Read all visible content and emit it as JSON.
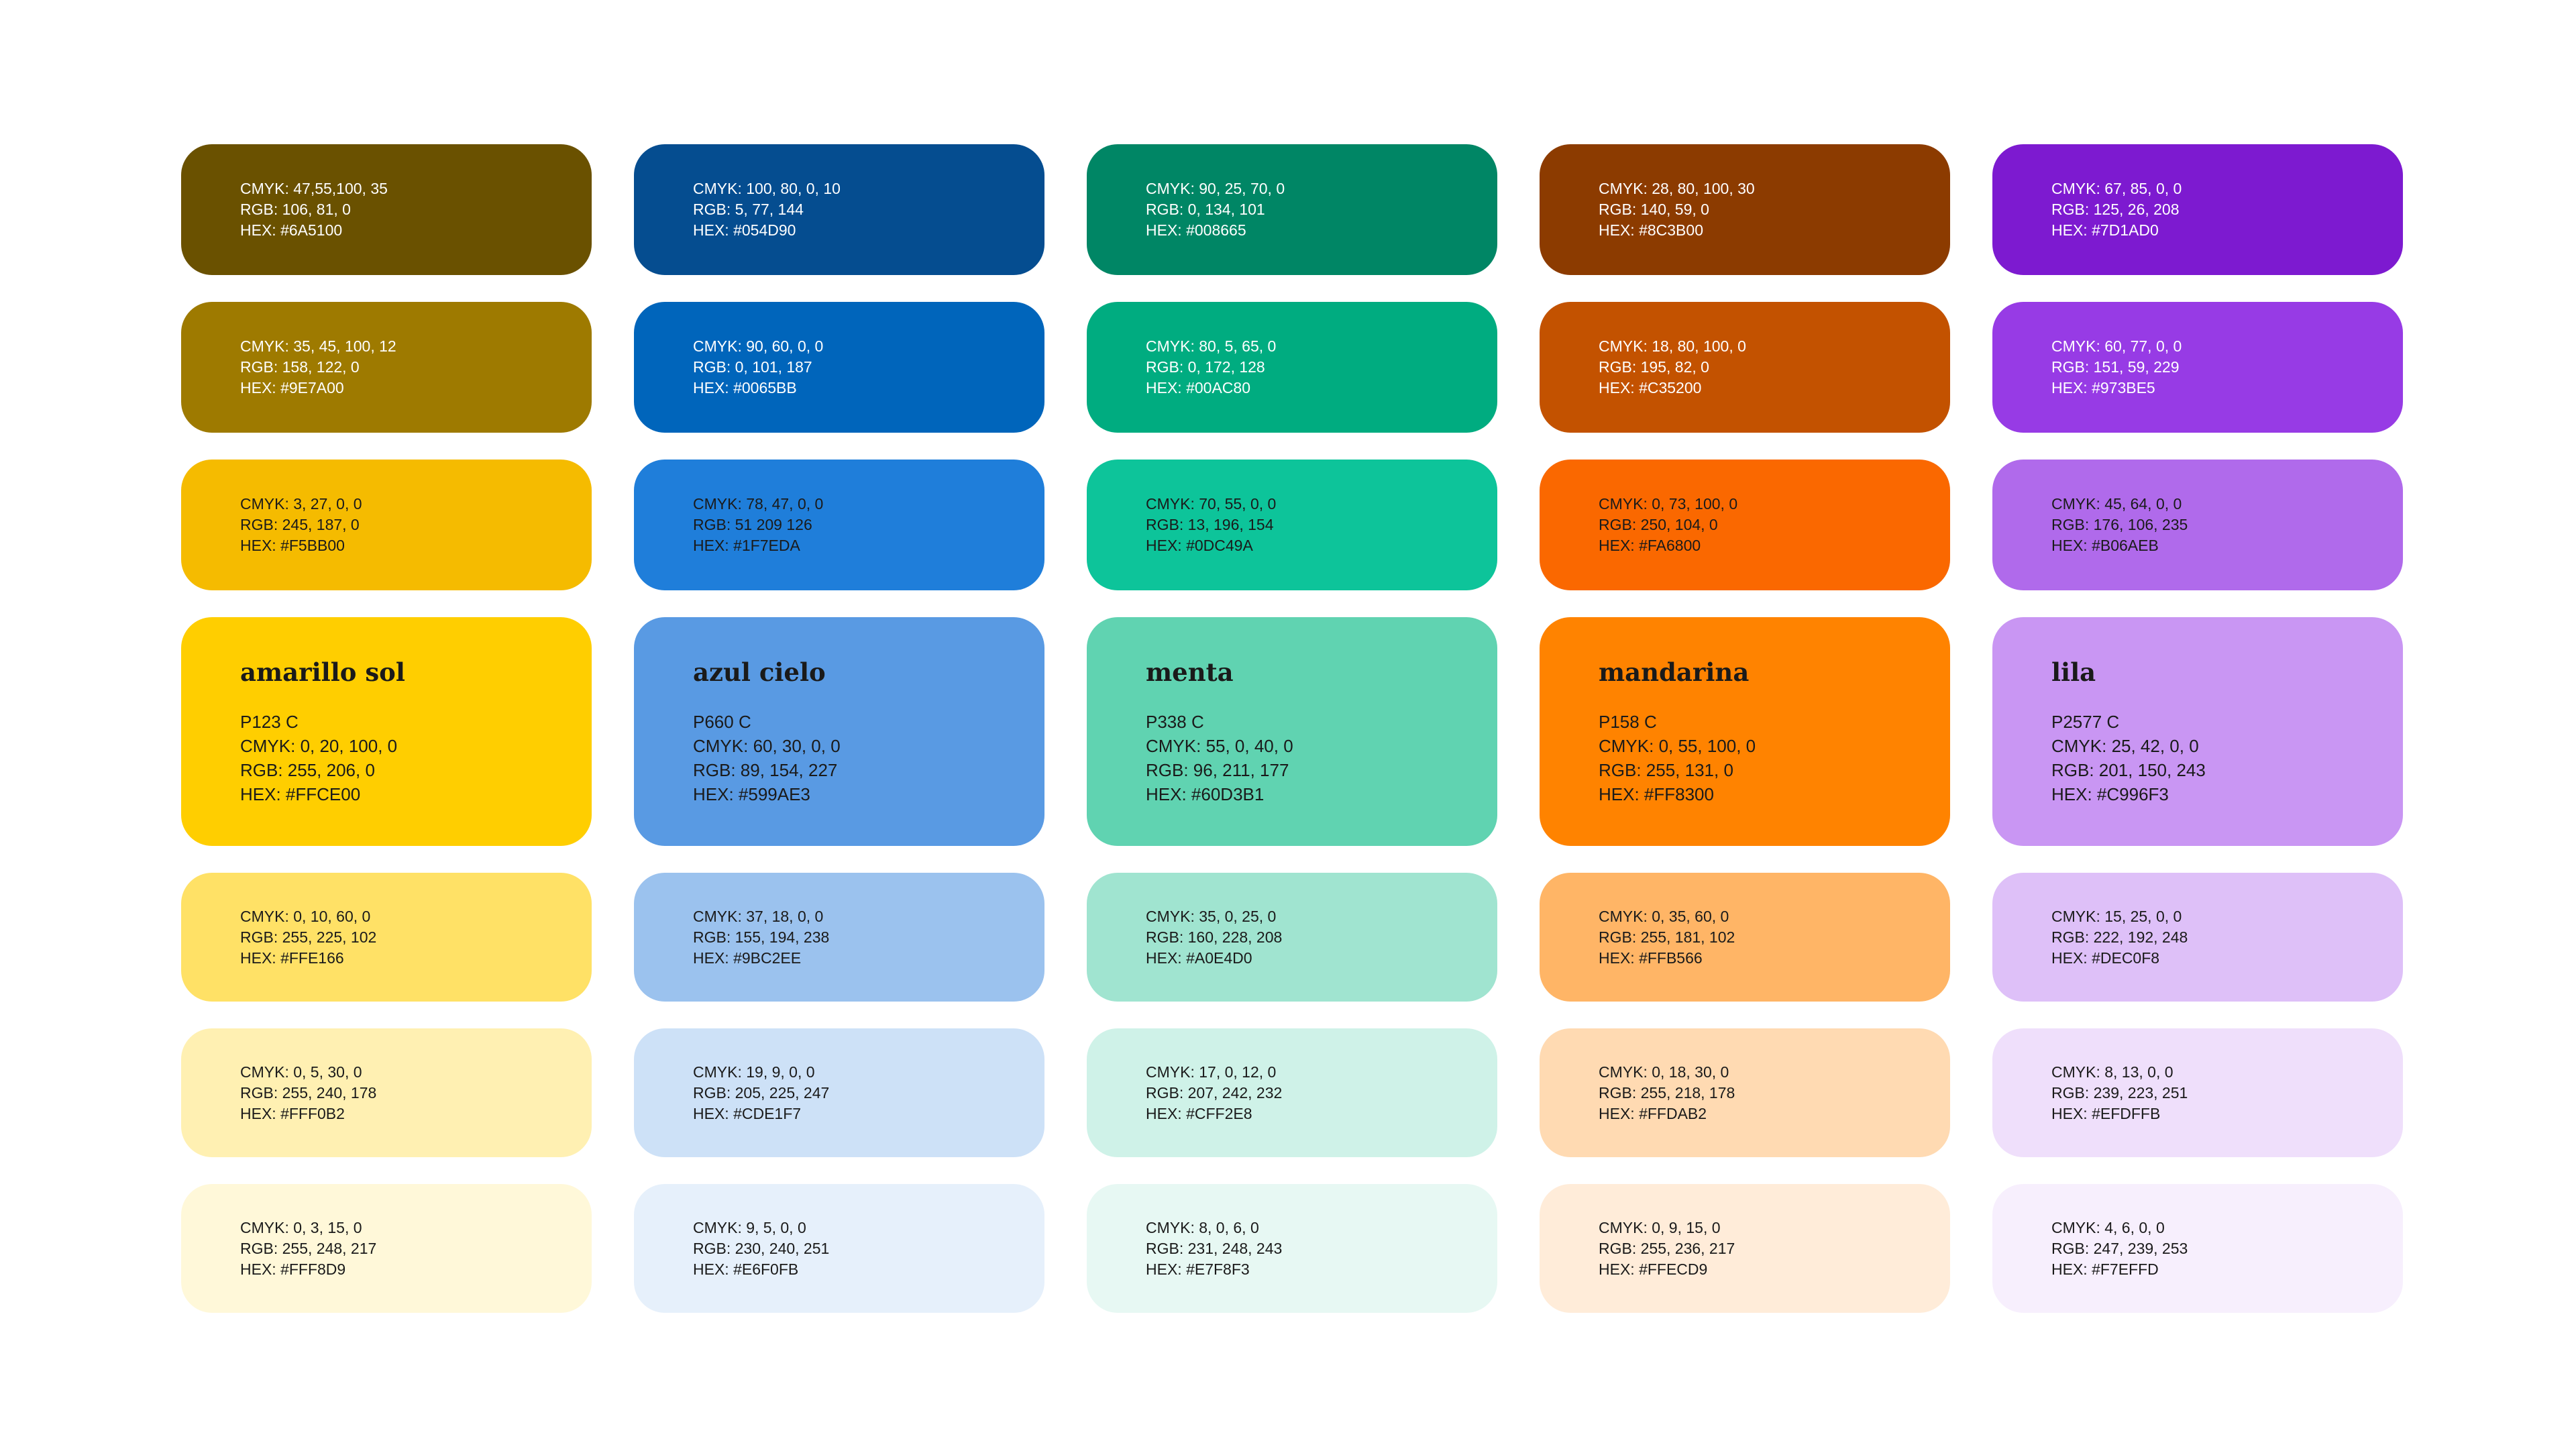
{
  "page": {
    "background": "#FFFFFF"
  },
  "palette": {
    "rows": [
      {
        "cells": [
          {
            "cmyk": "CMYK: 47,55,100, 35",
            "rgb": "RGB: 106, 81, 0",
            "hex": "HEX: #6A5100",
            "bg": "#6A5100",
            "fg": "#FFFFFF"
          },
          {
            "cmyk": "CMYK: 100, 80, 0, 10",
            "rgb": "RGB: 5, 77, 144",
            "hex": "HEX: #054D90",
            "bg": "#054D90",
            "fg": "#FFFFFF"
          },
          {
            "cmyk": "CMYK: 90, 25, 70, 0",
            "rgb": "RGB: 0, 134, 101",
            "hex": "HEX: #008665",
            "bg": "#008665",
            "fg": "#FFFFFF"
          },
          {
            "cmyk": "CMYK: 28, 80, 100, 30",
            "rgb": "RGB: 140, 59, 0",
            "hex": "HEX: #8C3B00",
            "bg": "#8C3B00",
            "fg": "#FFFFFF"
          },
          {
            "cmyk": "CMYK: 67, 85, 0, 0",
            "rgb": "RGB: 125, 26, 208",
            "hex": "HEX: #7D1AD0",
            "bg": "#7D1AD0",
            "fg": "#FFFFFF"
          }
        ]
      },
      {
        "cells": [
          {
            "cmyk": "CMYK: 35, 45, 100, 12",
            "rgb": "RGB: 158, 122, 0",
            "hex": "HEX: #9E7A00",
            "bg": "#9E7A00",
            "fg": "#FFFFFF"
          },
          {
            "cmyk": "CMYK: 90, 60, 0, 0",
            "rgb": "RGB: 0, 101, 187",
            "hex": "HEX: #0065BB",
            "bg": "#0065BB",
            "fg": "#FFFFFF"
          },
          {
            "cmyk": "CMYK: 80, 5, 65, 0",
            "rgb": "RGB: 0, 172, 128",
            "hex": "HEX: #00AC80",
            "bg": "#00AC80",
            "fg": "#FFFFFF"
          },
          {
            "cmyk": "CMYK: 18, 80, 100, 0",
            "rgb": "RGB: 195, 82, 0",
            "hex": "HEX: #C35200",
            "bg": "#C35200",
            "fg": "#FFFFFF"
          },
          {
            "cmyk": "CMYK: 60, 77, 0, 0",
            "rgb": "RGB: 151, 59, 229",
            "hex": "HEX: #973BE5",
            "bg": "#973BE5",
            "fg": "#FFFFFF"
          }
        ]
      },
      {
        "cells": [
          {
            "cmyk": "CMYK: 3, 27, 0, 0",
            "rgb": "RGB: 245, 187, 0",
            "hex": "HEX: #F5BB00",
            "bg": "#F5BB00",
            "fg": "#1A1A1A"
          },
          {
            "cmyk": "CMYK: 78, 47, 0, 0",
            "rgb": "RGB: 51 209 126",
            "hex": "HEX: #1F7EDA",
            "bg": "#1F7EDA",
            "fg": "#1A1A1A"
          },
          {
            "cmyk": "CMYK: 70, 55, 0, 0",
            "rgb": "RGB: 13, 196, 154",
            "hex": "HEX: #0DC49A",
            "bg": "#0DC49A",
            "fg": "#1A1A1A"
          },
          {
            "cmyk": "CMYK: 0, 73, 100, 0",
            "rgb": "RGB: 250, 104, 0",
            "hex": "HEX: #FA6800",
            "bg": "#FA6800",
            "fg": "#1A1A1A"
          },
          {
            "cmyk": "CMYK: 45, 64, 0, 0",
            "rgb": "RGB: 176, 106, 235",
            "hex": "HEX: #B06AEB",
            "bg": "#B06AEB",
            "fg": "#1A1A1A"
          }
        ]
      },
      {
        "featured": true,
        "cells": [
          {
            "name": "amarillo sol",
            "pantone": "P123 C",
            "cmyk": "CMYK: 0, 20, 100, 0",
            "rgb": "RGB: 255, 206, 0",
            "hex": "HEX: #FFCE00",
            "bg": "#FFCE00",
            "fg": "#1A1A1A"
          },
          {
            "name": "azul cielo",
            "pantone": "P660 C",
            "cmyk": "CMYK: 60, 30, 0, 0",
            "rgb": "RGB: 89, 154, 227",
            "hex": "HEX: #599AE3",
            "bg": "#599AE3",
            "fg": "#1A1A1A"
          },
          {
            "name": "menta",
            "pantone": "P338 C",
            "cmyk": "CMYK: 55, 0, 40, 0",
            "rgb": "RGB: 96, 211, 177",
            "hex": "HEX: #60D3B1",
            "bg": "#60D3B1",
            "fg": "#1A1A1A"
          },
          {
            "name": "mandarina",
            "pantone": "P158 C",
            "cmyk": "CMYK: 0, 55, 100, 0",
            "rgb": "RGB: 255, 131, 0",
            "hex": "HEX: #FF8300",
            "bg": "#FF8300",
            "fg": "#1A1A1A"
          },
          {
            "name": "lila",
            "pantone": "P2577 C",
            "cmyk": "CMYK: 25, 42, 0, 0",
            "rgb": "RGB: 201, 150, 243",
            "hex": "HEX: #C996F3",
            "bg": "#C996F3",
            "fg": "#1A1A1A"
          }
        ]
      },
      {
        "cells": [
          {
            "cmyk": "CMYK: 0, 10, 60, 0",
            "rgb": "RGB: 255, 225, 102",
            "hex": "HEX: #FFE166",
            "bg": "#FFE166",
            "fg": "#1A1A1A"
          },
          {
            "cmyk": "CMYK: 37, 18, 0, 0",
            "rgb": "RGB: 155, 194, 238",
            "hex": "HEX: #9BC2EE",
            "bg": "#9BC2EE",
            "fg": "#1A1A1A"
          },
          {
            "cmyk": "CMYK: 35, 0, 25, 0",
            "rgb": "RGB: 160, 228, 208",
            "hex": "HEX: #A0E4D0",
            "bg": "#A0E4D0",
            "fg": "#1A1A1A"
          },
          {
            "cmyk": "CMYK: 0, 35, 60, 0",
            "rgb": "RGB: 255, 181, 102",
            "hex": "HEX: #FFB566",
            "bg": "#FFB566",
            "fg": "#1A1A1A"
          },
          {
            "cmyk": "CMYK: 15, 25, 0, 0",
            "rgb": "RGB: 222, 192, 248",
            "hex": "HEX: #DEC0F8",
            "bg": "#DEC0F8",
            "fg": "#1A1A1A"
          }
        ]
      },
      {
        "cells": [
          {
            "cmyk": "CMYK: 0, 5, 30, 0",
            "rgb": "RGB: 255, 240, 178",
            "hex": "HEX: #FFF0B2",
            "bg": "#FFF0B2",
            "fg": "#1A1A1A"
          },
          {
            "cmyk": "CMYK: 19, 9, 0, 0",
            "rgb": "RGB: 205, 225, 247",
            "hex": "HEX: #CDE1F7",
            "bg": "#CDE1F7",
            "fg": "#1A1A1A"
          },
          {
            "cmyk": "CMYK: 17, 0, 12, 0",
            "rgb": "RGB: 207, 242, 232",
            "hex": "HEX: #CFF2E8",
            "bg": "#CFF2E8",
            "fg": "#1A1A1A"
          },
          {
            "cmyk": "CMYK: 0, 18, 30, 0",
            "rgb": "RGB: 255, 218, 178",
            "hex": "HEX: #FFDAB2",
            "bg": "#FFDAB2",
            "fg": "#1A1A1A"
          },
          {
            "cmyk": "CMYK: 8, 13, 0, 0",
            "rgb": "RGB: 239, 223, 251",
            "hex": "HEX: #EFDFFB",
            "bg": "#EFDFFB",
            "fg": "#1A1A1A"
          }
        ]
      },
      {
        "cells": [
          {
            "cmyk": "CMYK: 0, 3, 15, 0",
            "rgb": "RGB: 255, 248, 217",
            "hex": "HEX: #FFF8D9",
            "bg": "#FFF8D9",
            "fg": "#1A1A1A"
          },
          {
            "cmyk": "CMYK: 9, 5, 0, 0",
            "rgb": "RGB: 230, 240, 251",
            "hex": "HEX: #E6F0FB",
            "bg": "#E6F0FB",
            "fg": "#1A1A1A"
          },
          {
            "cmyk": "CMYK: 8, 0, 6, 0",
            "rgb": "RGB: 231, 248, 243",
            "hex": "HEX: #E7F8F3",
            "bg": "#E7F8F3",
            "fg": "#1A1A1A"
          },
          {
            "cmyk": "CMYK: 0, 9, 15, 0",
            "rgb": "RGB: 255, 236, 217",
            "hex": "HEX: #FFECD9",
            "bg": "#FFECD9",
            "fg": "#1A1A1A"
          },
          {
            "cmyk": "CMYK: 4, 6, 0, 0",
            "rgb": "RGB: 247, 239, 253",
            "hex": "HEX: #F7EFFD",
            "bg": "#F7EFFD",
            "fg": "#1A1A1A"
          }
        ]
      }
    ]
  }
}
